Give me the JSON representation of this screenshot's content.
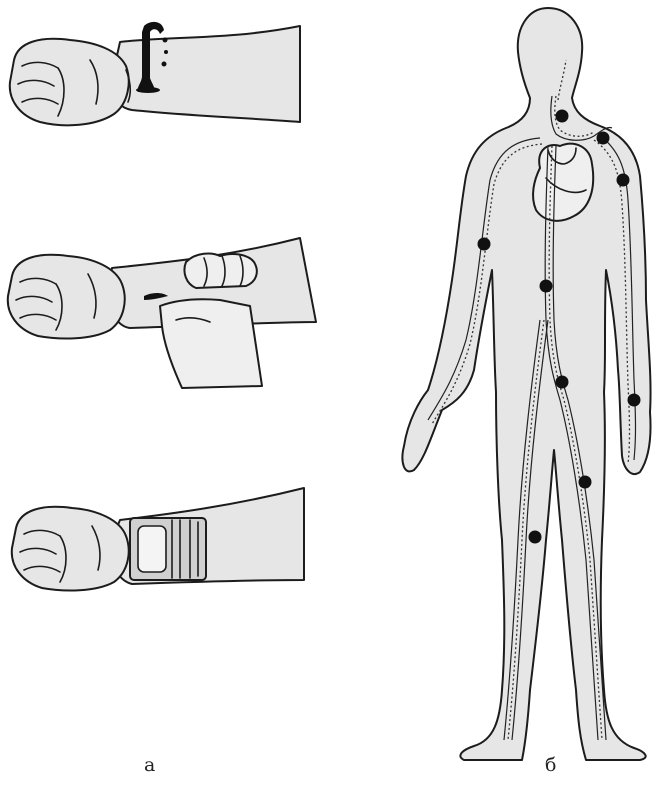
{
  "panels": [
    {
      "id": "a",
      "caption": "а"
    },
    {
      "id": "b",
      "caption": "б"
    }
  ],
  "colors": {
    "skin": "#e6e6e6",
    "outline": "#1c1c1c",
    "blood": "#111111",
    "background": "#ffffff"
  },
  "icons": [
    "arm-bleeding-icon",
    "arm-finger-pressure-icon",
    "arm-pressure-bandage-icon",
    "human-body-circulation-icon"
  ]
}
